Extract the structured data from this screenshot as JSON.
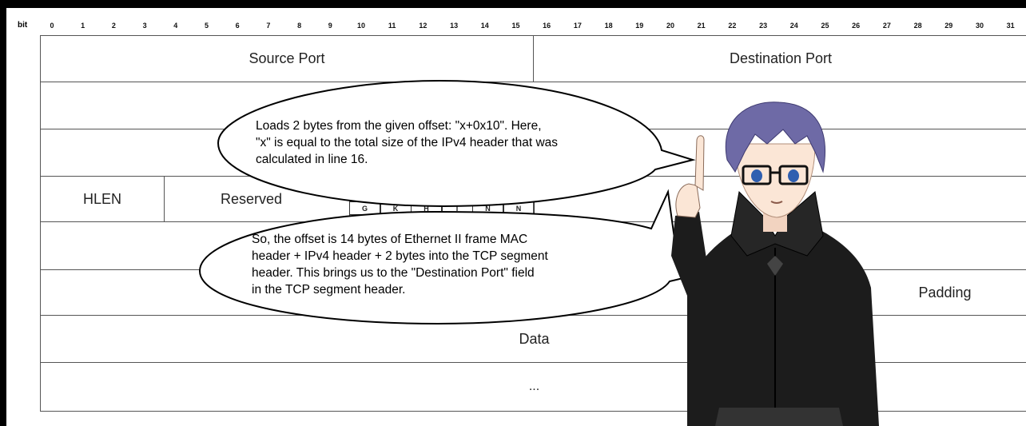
{
  "header": {
    "bit_label": "bit",
    "bit_numbers": [
      "0",
      "1",
      "2",
      "3",
      "4",
      "5",
      "6",
      "7",
      "8",
      "9",
      "10",
      "11",
      "12",
      "13",
      "14",
      "15",
      "16",
      "17",
      "18",
      "19",
      "20",
      "21",
      "22",
      "23",
      "24",
      "25",
      "26",
      "27",
      "28",
      "29",
      "30",
      "31"
    ]
  },
  "segment": {
    "source_port": "Source Port",
    "destination_port": "Destination Port",
    "hlen": "HLEN",
    "reserved": "Reserved",
    "flags": [
      "G",
      "K",
      "H",
      "T",
      "N",
      "N"
    ],
    "padding": "Padding",
    "data": "Data",
    "ellipsis": "..."
  },
  "bubbles": {
    "top": [
      "Loads 2 bytes from the given offset: \"x+0x10\". Here,",
      "\"x\" is equal to the total size of the IPv4 header that was",
      "calculated in line 16."
    ],
    "bottom": [
      "So, the offset is 14 bytes of Ethernet II frame MAC",
      "header + IPv4 header + 2 bytes into the TCP segment",
      "header. This brings us to the \"Destination Port\" field",
      "in the TCP segment header."
    ]
  },
  "colors": {
    "hair": "#6e6aa6",
    "coat": "#1c1c1c",
    "skin": "#fbe6d6",
    "eyes": "#2f5fb0"
  }
}
